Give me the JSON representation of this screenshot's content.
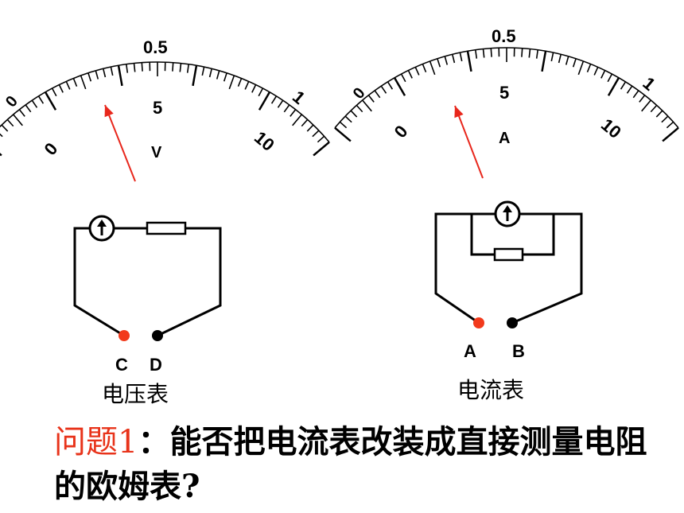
{
  "voltmeter": {
    "scale_top": [
      "0",
      "0.5",
      "1"
    ],
    "scale_bottom": [
      "0",
      "5",
      "10"
    ],
    "unit": "V",
    "terminals": [
      "C",
      "D"
    ],
    "caption": "电压表",
    "pointer_reading_fraction": 0.2
  },
  "ammeter": {
    "scale_top": [
      "0",
      "0.5",
      "1"
    ],
    "scale_bottom": [
      "0",
      "5",
      "10"
    ],
    "unit": "A",
    "terminals": [
      "A",
      "B"
    ],
    "caption": "电流表",
    "pointer_reading_fraction": 0.2
  },
  "question": {
    "prefix": "问题1",
    "text": "：能否把电流表改装成直接测量电阻的欧姆表?"
  },
  "colors": {
    "pointer": "#e8271c",
    "terminal_red": "#f23a1c",
    "terminal_black": "#000000",
    "question_prefix": "#e8331a"
  }
}
